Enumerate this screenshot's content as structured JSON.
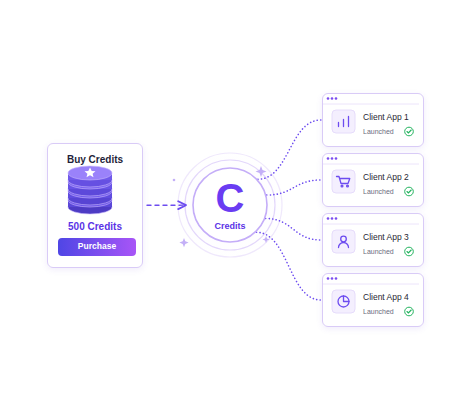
{
  "diagram": {
    "nodes": [
      {
        "text": [
          "Buy Credits",
          "500 Credits"
        ]
      },
      {
        "text": [
          "Purchase"
        ],
        "in": 0
      },
      {
        "text": [
          "C",
          "Credits"
        ]
      },
      {
        "text": [
          "Client App 1",
          "Launched"
        ]
      },
      {
        "text": [
          "Client App 2",
          "Launched"
        ]
      },
      {
        "text": [
          "Client App 3",
          "Launched"
        ]
      },
      {
        "text": [
          "Client App 4",
          "Launched"
        ]
      }
    ],
    "edges": [
      {
        "from": 0,
        "to": 2,
        "arrow": "to"
      },
      {
        "from": 2,
        "to": 3,
        "arrow": "none"
      },
      {
        "from": 2,
        "to": 4,
        "arrow": "none"
      },
      {
        "from": 2,
        "to": 5,
        "arrow": "none"
      },
      {
        "from": 2,
        "to": 6,
        "arrow": "none"
      }
    ]
  }
}
